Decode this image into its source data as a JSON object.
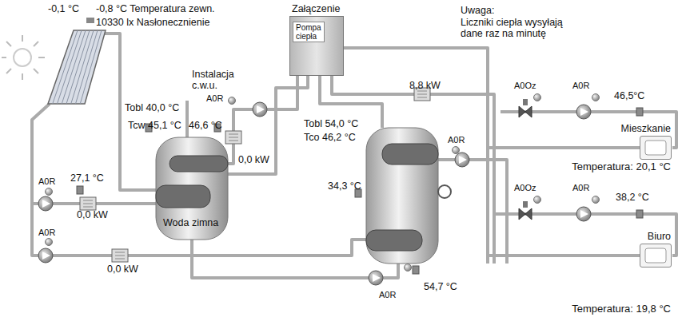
{
  "diagram": {
    "nodes": [
      {
        "text": [
          "Załączenie",
          "Pompa ciepła"
        ]
      },
      {
        "text": [
          "Mieszkanie",
          "Temperatura: 20,1 °C"
        ]
      },
      {
        "text": [
          "Biuro",
          "Temperatura: 19,8 °C"
        ]
      }
    ],
    "labels": [
      "-0,1 °C",
      "-0,8 °C Temperatura zewn.",
      "10330 lx Nasłonecznienie",
      "Uwaga:",
      "Liczniki ciepła wysyłają dane raz na minutę",
      "8,8 kW",
      "Instalacja c.w.u.",
      "Tobl 40,0 °C",
      "A0R",
      "Tcw 45,1 °C",
      "46,6 °C",
      "Tobl 54,0 °C",
      "Tco 46,2 °C",
      "A0R",
      "A0Oz",
      "A0R",
      "46,5°C",
      "A0R",
      "27,1 °C",
      "34,3 °C",
      "0,0 kW",
      "0,0 kW",
      "Woda zimna",
      "A0Oz",
      "A0R",
      "38,2 °C",
      "A0R",
      "0,0 kW",
      "A0R",
      "54,7 °C"
    ]
  }
}
